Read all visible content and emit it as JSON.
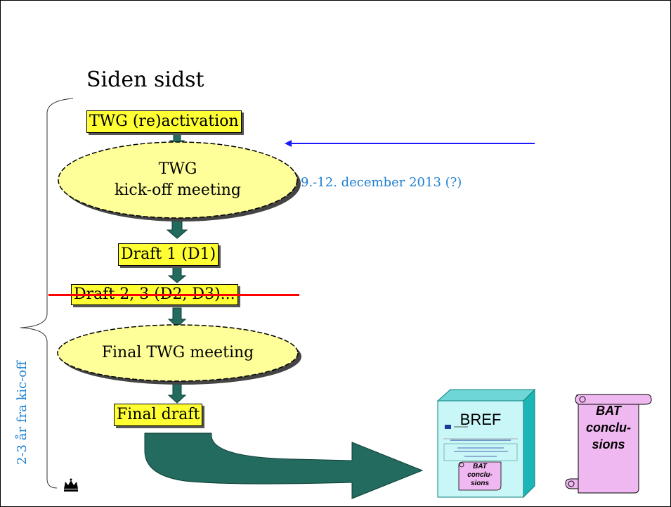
{
  "slide": {
    "title": "Siden sidst",
    "step_twg_reactivation": "TWG (re)activation",
    "kickoff": {
      "line1": "TWG",
      "line2": "kick-off meeting"
    },
    "draft1": "Draft 1 (D1)",
    "draft2": "Draft 2, 3 (D2, D3)...",
    "final_meeting": "Final TWG meeting",
    "final_draft": "Final draft",
    "date_note": "9.-12. december 2013 (?)",
    "side_label": "2-3 år fra kic-off",
    "bref": {
      "label": "BREF",
      "scroll_line1": "BAT",
      "scroll_line2": "conclu-",
      "scroll_line3": "sions"
    },
    "bat_scroll": {
      "line1": "BAT",
      "line2": "conclu-",
      "line3": "sions"
    }
  },
  "colors": {
    "box_fill": "#ffff33",
    "ellipse_fill": "#ffff99",
    "arrow_fill": "#226b5e",
    "blue_text": "#1e7fd0",
    "pointer_line": "#1a1aff",
    "strike_line": "#ff0000",
    "bref_cover": "#c9f7f7",
    "scroll_fill": "#f0b8f0"
  },
  "icons": {
    "crown": "crown-icon"
  }
}
